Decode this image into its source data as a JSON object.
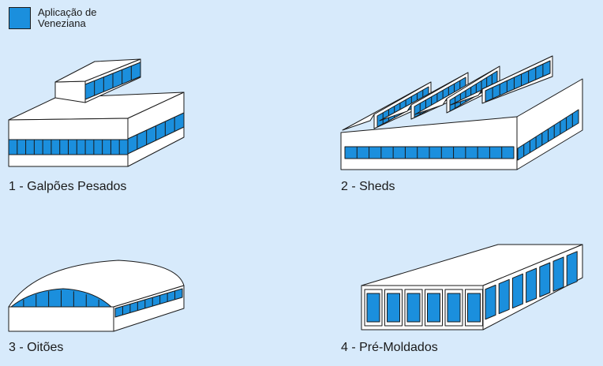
{
  "legend": {
    "label": "Aplicação de Veneziana",
    "color": "#1b8fdd"
  },
  "colors": {
    "background": "#d7eafb",
    "building": "#ffffff",
    "louver": "#1b8fdd",
    "outline": "#1a1a1a"
  },
  "buildings": [
    {
      "caption": "1 - Galpões Pesados"
    },
    {
      "caption": "2 - Sheds"
    },
    {
      "caption": "3 - Oitões"
    },
    {
      "caption": "4 - Pré-Moldados"
    }
  ]
}
